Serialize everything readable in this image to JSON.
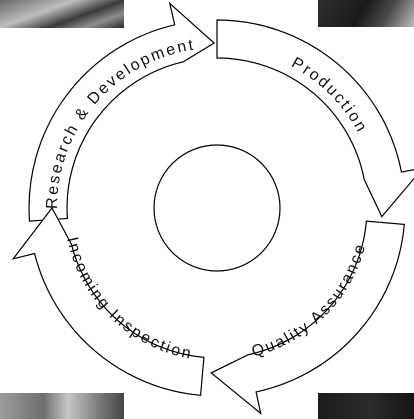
{
  "stages": [
    {
      "id": "research",
      "label": "Research & Development"
    },
    {
      "id": "production",
      "label": "Production"
    },
    {
      "id": "quality",
      "label": "Quality Assurance"
    },
    {
      "id": "incoming",
      "label": "Incoming Inspection"
    }
  ],
  "colors": {
    "outline": "#000000",
    "fill": "#ffffff",
    "text": "#111111"
  }
}
